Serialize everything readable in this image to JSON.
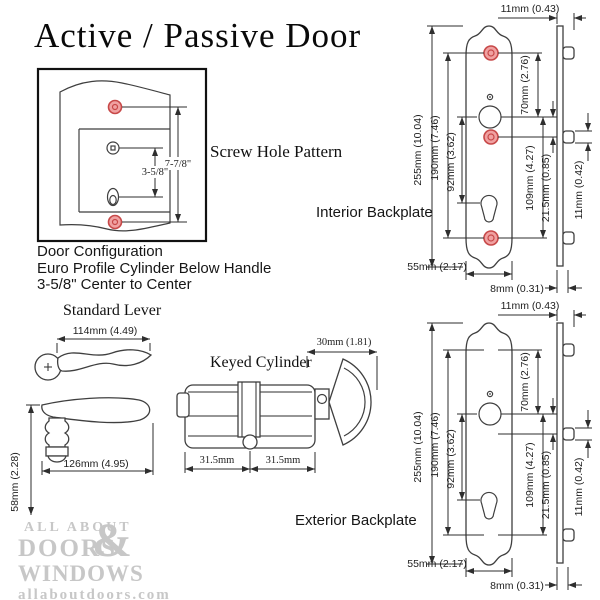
{
  "title": "Active / Passive Door",
  "labels": {
    "screw_hole_pattern": "Screw Hole Pattern",
    "interior_backplate": "Interior Backplate",
    "exterior_backplate": "Exterior Backplate",
    "standard_lever": "Standard Lever",
    "keyed_cylinder": "Keyed Cylinder"
  },
  "door_configuration": {
    "line1": "Door Configuration",
    "line2": "Euro Profile Cylinder Below Handle",
    "line3": "3-5/8\" Center to Center",
    "dims": {
      "screw_spacing": "7-7/8\"",
      "center_to_center": "3-5/8\""
    }
  },
  "lever": {
    "dims": {
      "length_top": "114mm (4.49)",
      "length_side": "126mm (4.95)",
      "height": "58mm (2.28)"
    }
  },
  "cylinder": {
    "dims": {
      "thumbturn_width": "30mm (1.81)",
      "left_half": "31.5mm",
      "right_half": "31.5mm"
    }
  },
  "backplate_dims": {
    "tab_depth_top": "11mm (0.43)",
    "overall_height": "255mm (10.04)",
    "screw_height": "190mm (7.46)",
    "handle_to_cylinder": "92mm (3.62)",
    "top_screw_to_handle": "70mm (2.76)",
    "handle_to_bottom_screw": "109mm (4.27)",
    "handle_to_mid_screw": "21.5mm (0.85)",
    "tab_height": "11mm (0.42)",
    "plate_width": "55mm (2.17)",
    "plate_thickness": "8mm (0.31)"
  },
  "logo": {
    "line1": "ALL ABOUT",
    "line2": "DOORS",
    "amp": "&",
    "line3": "WINDOWS",
    "url": "allaboutdoors.com"
  },
  "colors": {
    "line": "#3f3f3f",
    "screw_fill": "#f0a1a1",
    "screw_ring": "#c74848",
    "logo_gray": "#c7c7c7"
  }
}
